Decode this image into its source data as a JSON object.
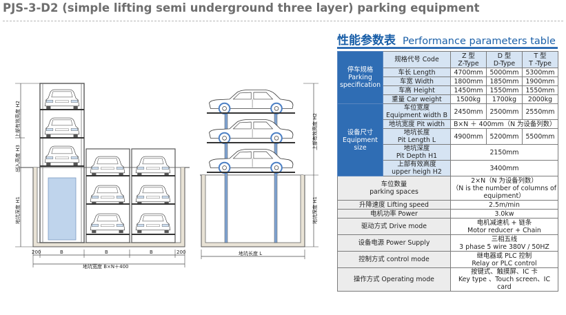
{
  "title": "PJS-3-D2 (simple lifting semi underground three layer) parking equipment",
  "table_title": {
    "zh": "性能参数表",
    "en": "Performance parameters table"
  },
  "drawing": {
    "h2_label": "上部有效高度 H2",
    "h3_label": "出入高度 H3",
    "h1_label": "地坑深度 H1",
    "h2_label_side": "上部有效高度 H2",
    "h1_label_side": "地坑深度 H1",
    "dim_200_left": "200",
    "dim_b_1": "B",
    "dim_b_2": "B",
    "dim_b_3": "B",
    "dim_200_right": "200",
    "pit_width": "地坑宽度 B×N＋400",
    "pit_length": "地坑长度 L"
  },
  "spec": {
    "header": {
      "code": "规格代号 Code",
      "z": [
        "Z 型",
        "Z-Type"
      ],
      "d": [
        "D 型",
        "D-Type"
      ],
      "t": [
        "T 型",
        "T -Type"
      ]
    },
    "parking_spec": {
      "category": [
        "停车规格",
        "Parking",
        "specification"
      ],
      "rows": [
        {
          "label": "车长 Length",
          "z": "4700mm",
          "d": "5000mm",
          "t": "5300mm"
        },
        {
          "label": "车宽 Width",
          "z": "1800mm",
          "d": "1850mm",
          "t": "1900mm"
        },
        {
          "label": "车高 Height",
          "z": "1450mm",
          "d": "1550mm",
          "t": "1550mm"
        },
        {
          "label": "重量 Car weight",
          "z": "1500kg",
          "d": "1700kg",
          "t": "2000kg"
        }
      ]
    },
    "equipment_size": {
      "category": [
        "设备尺寸",
        "Equipment",
        "size"
      ],
      "width": {
        "label": [
          "车位宽度",
          "Equipment width  B"
        ],
        "z": "2450mm",
        "d": "2500mm",
        "t": "2550mm"
      },
      "pit_width": {
        "label": "地坑宽度 Pit width",
        "value": "B×N ＋ 400mm（N 为设备列数）"
      },
      "pit_length": {
        "label": [
          "地坑长度",
          "Pit  Length    L"
        ],
        "z": "4900mm",
        "d": "5200mm",
        "t": "5500mm"
      },
      "pit_depth": {
        "label": [
          "地坑深度",
          "Pit Depth     H1"
        ],
        "value": "2150mm"
      },
      "upper_height": {
        "label": [
          "上部有效高度",
          "upper heigh  H2"
        ],
        "value": "3400mm"
      }
    },
    "general": [
      {
        "label": [
          "车位数量",
          "parking spaces"
        ],
        "value": [
          "2×N（N 为设备列数）",
          "（N is the number of columns of",
          "equipment）"
        ]
      },
      {
        "label": [
          "升降速度 Lifting speed"
        ],
        "value": [
          "2.5m/min"
        ]
      },
      {
        "label": [
          "电机功率 Power"
        ],
        "value": [
          "3.0kw"
        ]
      },
      {
        "label": [
          "驱动方式 Drive mode"
        ],
        "value": [
          "电机减速机 + 链条",
          "Motor reducer + Chain"
        ]
      },
      {
        "label": [
          "设备电源 Power Supply"
        ],
        "value": [
          "三相五线",
          "3 phase 5 wire 380V  /  50HZ"
        ]
      },
      {
        "label": [
          "控制方式 control mode"
        ],
        "value": [
          "继电器或 PLC 控制",
          "Relay or PLC control"
        ]
      },
      {
        "label": [
          "操作方式 Operating mode"
        ],
        "value": [
          "按键式、触摸屏、IC 卡",
          "Key type 、Touch screen、IC card"
        ]
      }
    ]
  }
}
